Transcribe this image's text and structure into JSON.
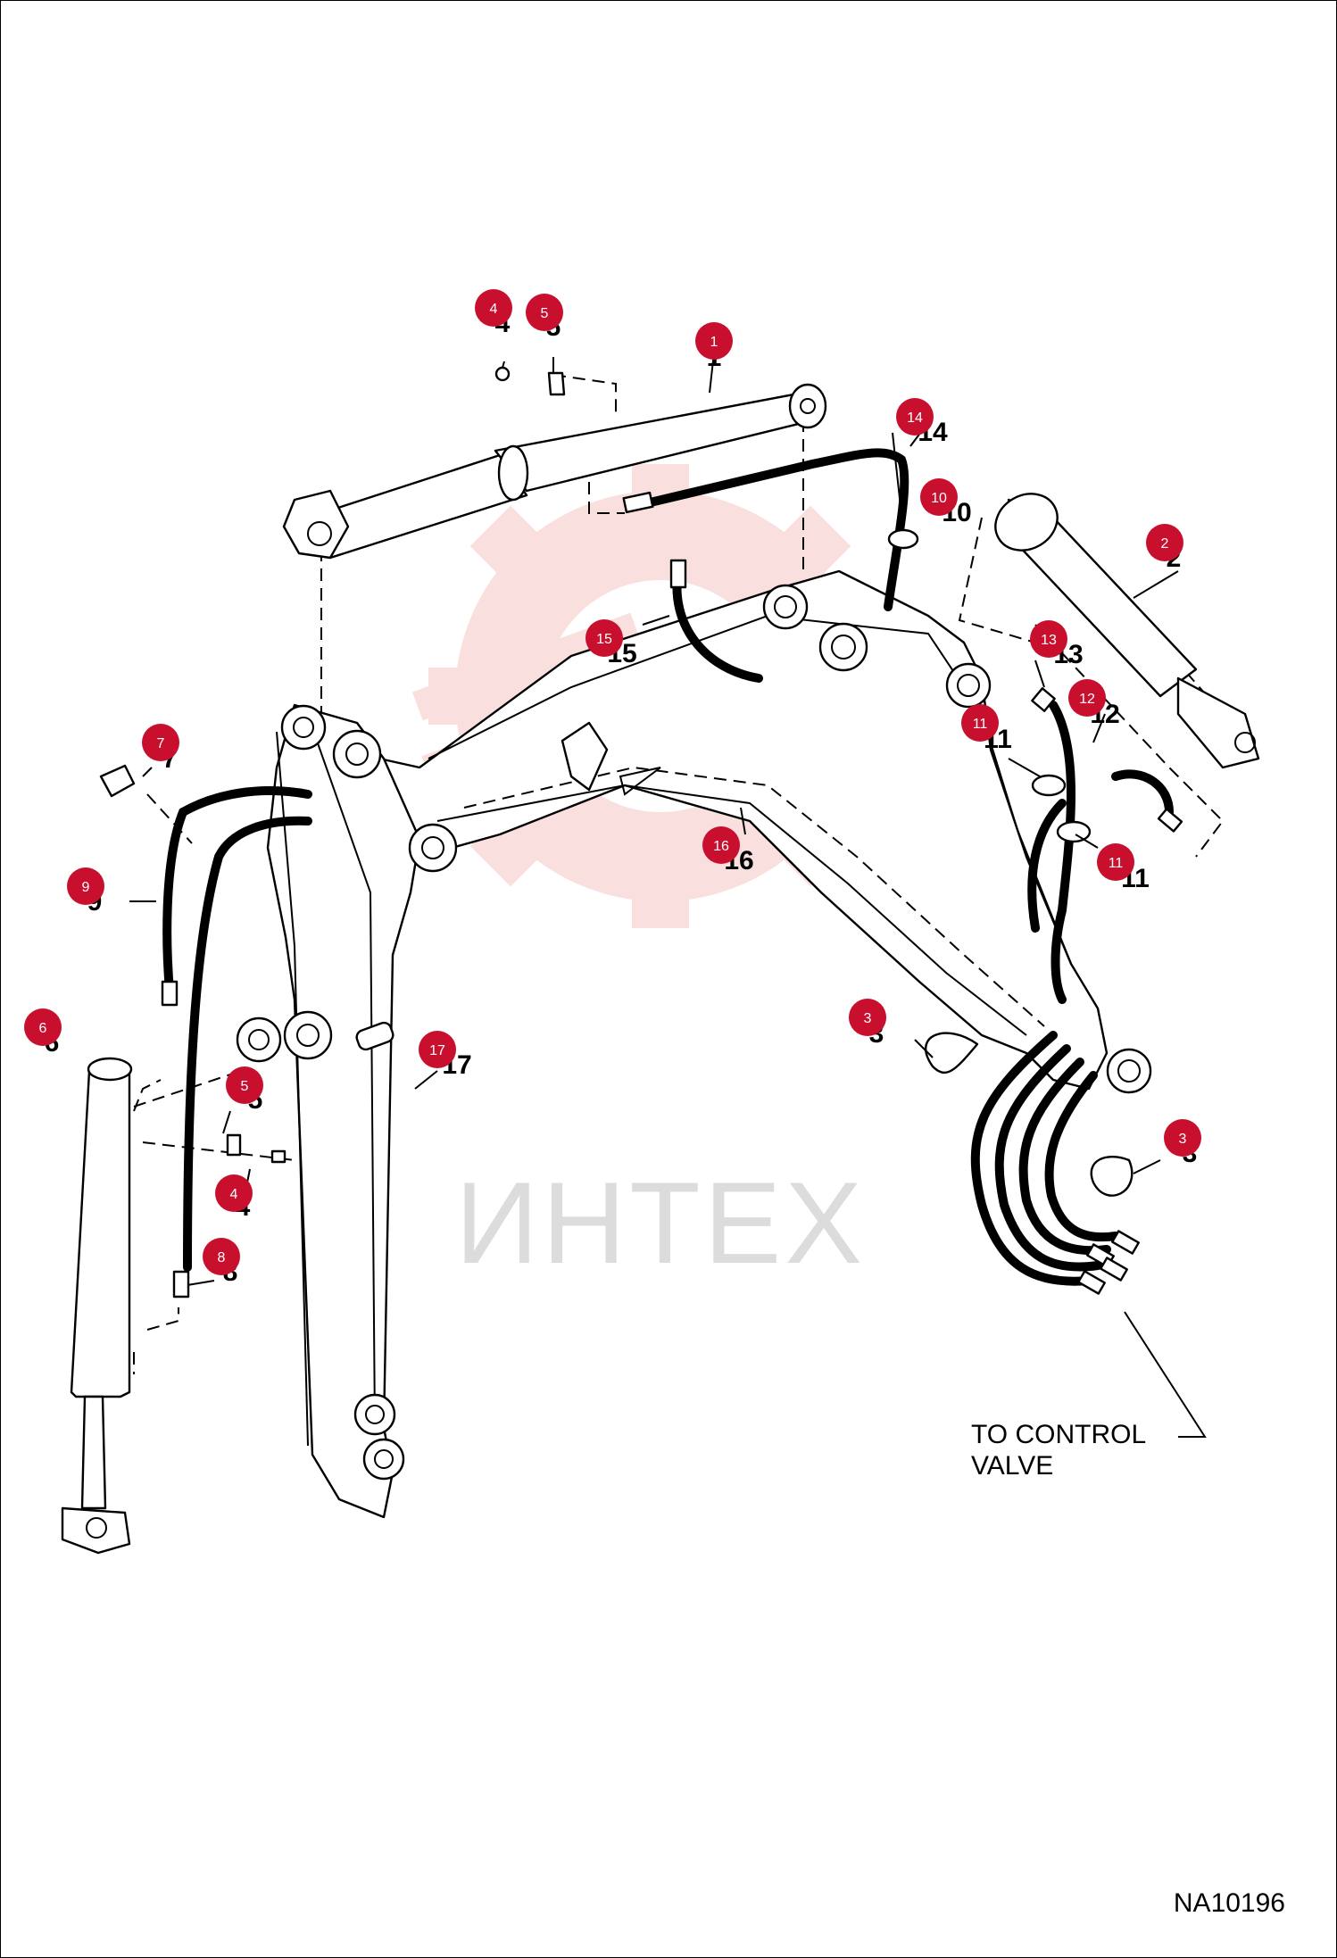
{
  "callouts": [
    {
      "number": "1"
    },
    {
      "number": "2"
    },
    {
      "number": "3"
    },
    {
      "number": "3"
    },
    {
      "number": "4"
    },
    {
      "number": "4"
    },
    {
      "number": "5"
    },
    {
      "number": "5"
    },
    {
      "number": "6"
    },
    {
      "number": "7"
    },
    {
      "number": "8"
    },
    {
      "number": "9"
    },
    {
      "number": "10"
    },
    {
      "number": "11"
    },
    {
      "number": "11"
    },
    {
      "number": "12"
    },
    {
      "number": "13"
    },
    {
      "number": "14"
    },
    {
      "number": "15"
    },
    {
      "number": "16"
    },
    {
      "number": "17"
    }
  ],
  "note": {
    "line1": "TO CONTROL",
    "line2": "VALVE"
  },
  "figure_code": "NA10196",
  "watermark": "ИНТЕХ",
  "colors": {
    "marker": "#c8102e",
    "watermark": "#f6c5c5",
    "ink": "#000000"
  }
}
